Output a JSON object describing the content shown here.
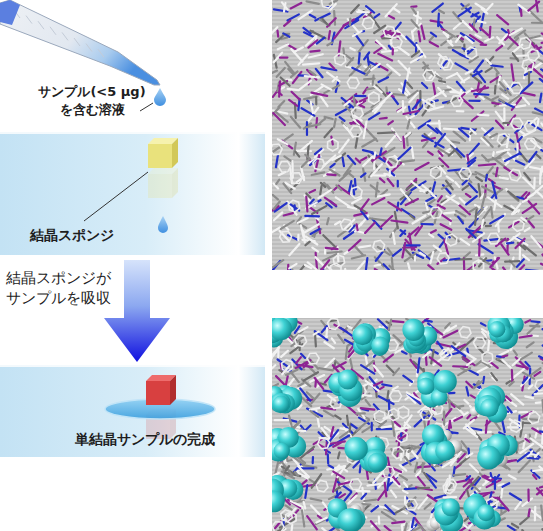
{
  "diagram": {
    "nodes": [
      {
        "text": [
          "結晶スポンジ"
        ]
      },
      {
        "text": [
          "単結晶サンプルの完成"
        ]
      }
    ],
    "edges": [
      {
        "from": 0,
        "to": 1,
        "arrow": "to",
        "label": "結晶スポンジが サンプルを吸収"
      }
    ],
    "labels": [
      "サンプル(<5 μg) を含む溶液"
    ]
  }
}
